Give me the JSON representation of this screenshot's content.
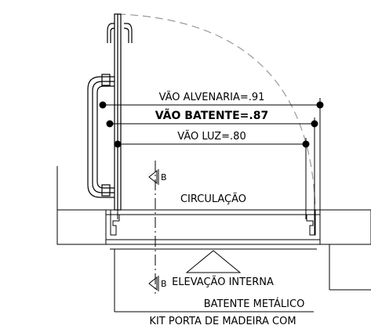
{
  "dimensions": {
    "vao_alvenaria": "VÃO ALVENARIA=.91",
    "vao_batente": "VÃO BATENTE=.87",
    "vao_luz": "VÃO LUZ=.80"
  },
  "labels": {
    "circulacao": "CIRCULAÇÃO",
    "elevacao": "ELEVAÇÃO INTERNA",
    "batente": "BATENTE METÁLICO",
    "kit": "KIT PORTA DE MADEIRA COM"
  },
  "section_marks": {
    "top": "B",
    "bottom": "B"
  }
}
